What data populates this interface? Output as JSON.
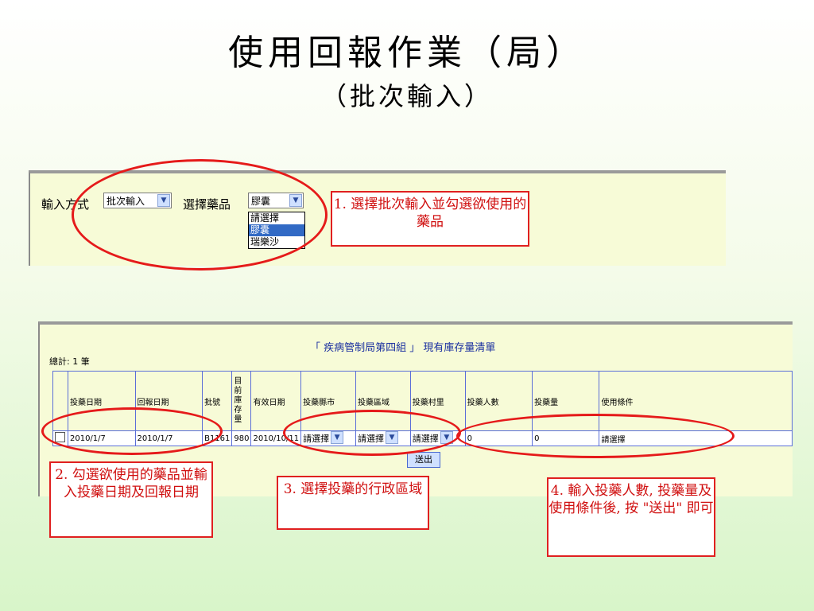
{
  "slide": {
    "title": "使用回報作業（局）",
    "subtitle": "（批次輸入）"
  },
  "panel1": {
    "input_method_label": "輸入方式",
    "input_method_value": "批次輸入",
    "select_drug_label": "選擇藥品",
    "select_drug_value": "膠囊",
    "drug_options": [
      "請選擇",
      "膠囊",
      "瑞樂沙"
    ]
  },
  "panel2": {
    "list_title": "「 疾病管制局第四組 」 現有庫存量清單",
    "total": "總計: 1 筆",
    "headers": [
      "投藥日期",
      "回報日期",
      "批號",
      "目前庫存量",
      "有效日期",
      "投藥縣市",
      "投藥區域",
      "投藥村里",
      "投藥人數",
      "投藥量",
      "使用條件"
    ],
    "row": {
      "dose_date": "2010/1/7",
      "report_date": "2010/1/7",
      "batch": "B1161",
      "stock": "980",
      "expiry": "2010/10/11",
      "county": "請選擇",
      "district": "請選擇",
      "village": "請選擇",
      "people": "0",
      "amount": "0",
      "condition": "請選擇"
    },
    "submit_label": "送出"
  },
  "callouts": {
    "c1": "1. 選擇批次輸入並勾選欲使用的藥品",
    "c2": "2. 勾選欲使用的藥品並輸入投藥日期及回報日期",
    "c3": "3. 選擇投藥的行政區域",
    "c4": "4. 輸入投藥人數, 投藥量及使用條件後, 按 \"送出\" 即可"
  },
  "colors": {
    "highlight": "#e51a1a",
    "panel_bg": "#f7fbd7",
    "table_border": "#5a6ed8"
  }
}
